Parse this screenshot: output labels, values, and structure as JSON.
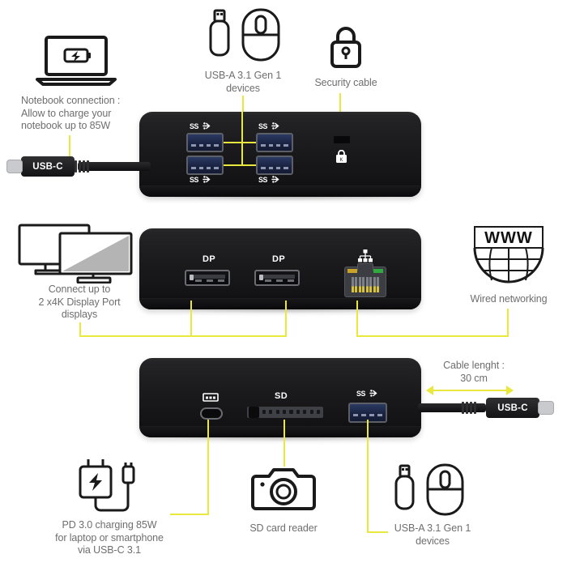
{
  "accent_color": "#e9e83c",
  "text_color": "#6e6e6e",
  "device": {
    "name": "USB-C docking station",
    "cable_connector_label": "USB-C"
  },
  "panels": {
    "top": {
      "name": "front-panel-usb",
      "port_labels": [
        "SS",
        "SS",
        "SS",
        "SS"
      ],
      "lock_label": "K"
    },
    "middle": {
      "name": "rear-panel-video-network",
      "dp_label_1": "DP",
      "dp_label_2": "DP"
    },
    "bottom": {
      "name": "side-panel-power-sd-usb",
      "sd_label": "SD",
      "usb_label": "SS"
    }
  },
  "callouts": {
    "notebook": {
      "icon": "laptop-charging-icon",
      "text": "Notebook connection :\nAllow to  charge your\nnotebook up to 85W"
    },
    "usb_a_top": {
      "icon": "usb-drive-and-mouse-icon",
      "text": "USB-A 3.1 Gen 1\ndevices"
    },
    "security": {
      "icon": "padlock-icon",
      "text": "Security cable"
    },
    "displays": {
      "icon": "dual-monitors-icon",
      "text": "Connect up to\n2 x4K Display Port\ndisplays"
    },
    "network": {
      "icon": "globe-www-icon",
      "banner": "WWW",
      "text": "Wired networking"
    },
    "cable_length": {
      "text": "Cable lenght :\n30 cm"
    },
    "power_delivery": {
      "icon": "charger-bolt-icon",
      "text": "PD 3.0 charging 85W\nfor laptop or smartphone\nvia USB-C 3.1"
    },
    "sd_reader": {
      "icon": "camera-icon",
      "text": "SD card reader"
    },
    "usb_a_bottom": {
      "icon": "usb-drive-and-mouse-icon",
      "text": "USB-A 3.1 Gen 1\ndevices"
    }
  }
}
